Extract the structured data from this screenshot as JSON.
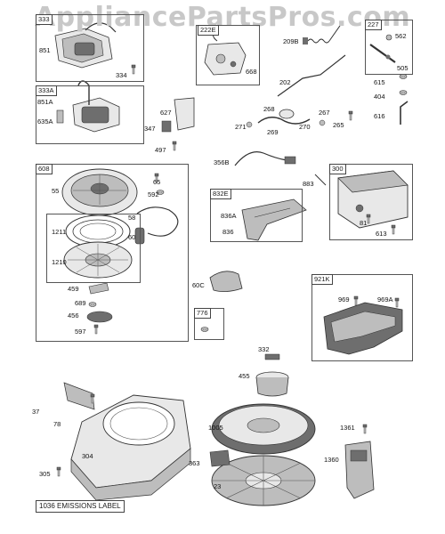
{
  "watermark": {
    "text": "AppliancePartsPros.com"
  },
  "groups": {
    "g333": "333",
    "g333a": "333A",
    "g222e": "222E",
    "g227": "227",
    "g608": "608",
    "g300": "300",
    "g832e": "832E",
    "g921k": "921K",
    "g776": "776"
  },
  "parts": {
    "p851": "851",
    "p334": "334",
    "p851a": "851A",
    "p635a": "635A",
    "p668": "668",
    "p209b": "209B",
    "p562": "562",
    "p505": "505",
    "p202": "202",
    "p615": "615",
    "p404": "404",
    "p616": "616",
    "p627": "627",
    "p347": "347",
    "p497": "497",
    "p268": "268",
    "p271": "271",
    "p269": "269",
    "p267": "267",
    "p270": "270",
    "p265": "265",
    "p356b": "356B",
    "p883": "883",
    "p65": "65",
    "p55": "55",
    "p592": "592",
    "p58": "58",
    "p60": "60",
    "p1211": "1211",
    "p1210": "1210",
    "p836a": "836A",
    "p836": "836",
    "p81": "81",
    "p613": "613",
    "p459": "459",
    "p689": "689",
    "p456": "456",
    "p597": "597",
    "p60c": "60C",
    "p969": "969",
    "p969a": "969A",
    "p332": "332",
    "p455": "455",
    "p37": "37",
    "p78": "78",
    "p1005": "1005",
    "p1361": "1361",
    "p304": "304",
    "p363": "363",
    "p1360": "1360",
    "p305": "305",
    "p23": "23"
  },
  "emissions_label": "1036 EMISSIONS LABEL",
  "colors": {
    "line": "#3a3a3a",
    "fill_light": "#e8e8e8",
    "fill_mid": "#bdbdbd",
    "fill_dark": "#6e6e6e",
    "watermark": "#c8c8c8"
  }
}
